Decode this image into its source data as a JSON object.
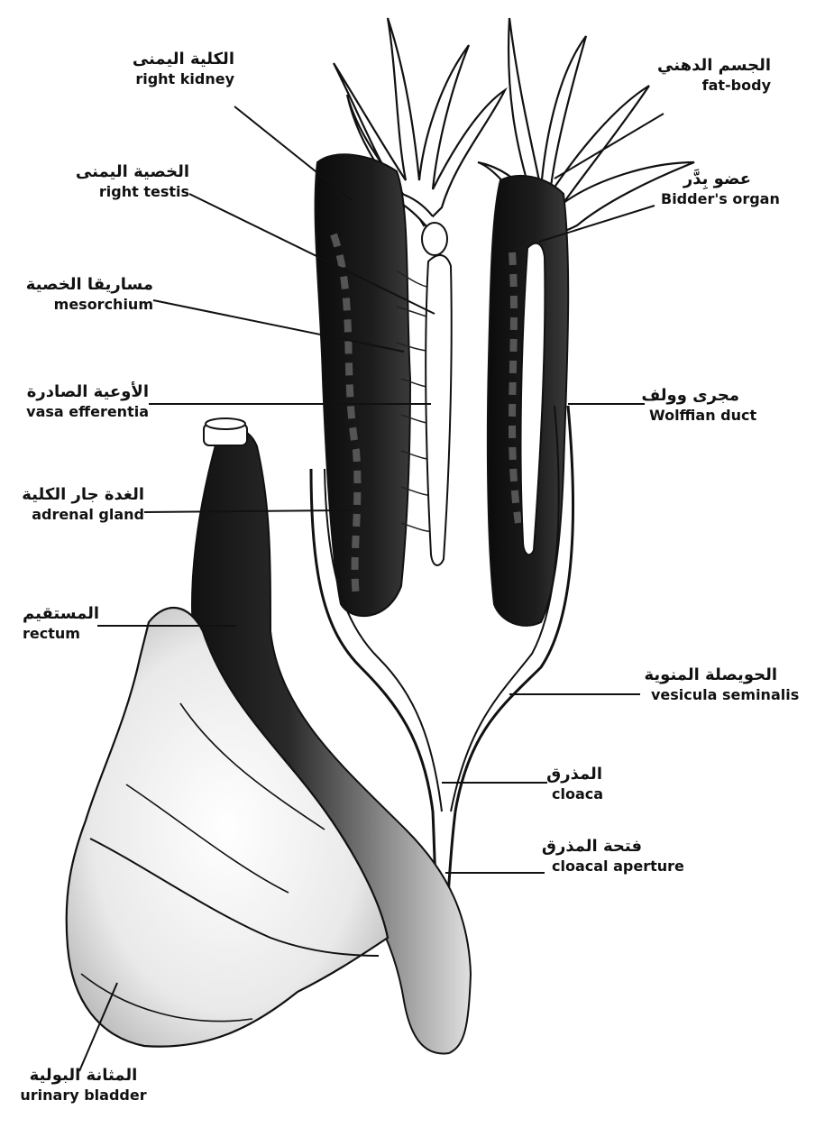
{
  "labels": {
    "right_kidney": {
      "ar": "الكلية اليمنى",
      "en": "right kidney"
    },
    "right_testis": {
      "ar": "الخصية اليمنى",
      "en": "right testis"
    },
    "mesorchium": {
      "ar": "مساريقا الخصية",
      "en": "mesorchium"
    },
    "vasa_efferentia": {
      "ar": "الأوعية الصادرة",
      "en": "vasa efferentia"
    },
    "adrenal_gland": {
      "ar": "الغدة جار الكلية",
      "en": "adrenal gland"
    },
    "rectum": {
      "ar": "المستقيم",
      "en": "rectum"
    },
    "fat_body": {
      "ar": "الجسم الدهني",
      "en": "fat-body"
    },
    "bidders_organ": {
      "ar": "عضو بِدَّر",
      "en": "Bidder's organ"
    },
    "wolffian_duct": {
      "ar": "مجرى وولف",
      "en": "Wolffian duct"
    },
    "vesicula_seminalis": {
      "ar": "الحويصلة المنوية",
      "en": "vesicula seminalis"
    },
    "cloaca": {
      "ar": "المذرق",
      "en": "cloaca"
    },
    "cloacal_aperture": {
      "ar": "فتحة المذرق",
      "en": "cloacal aperture"
    },
    "urinary_bladder": {
      "ar": "المثانة البولية",
      "en": "urinary bladder"
    }
  }
}
